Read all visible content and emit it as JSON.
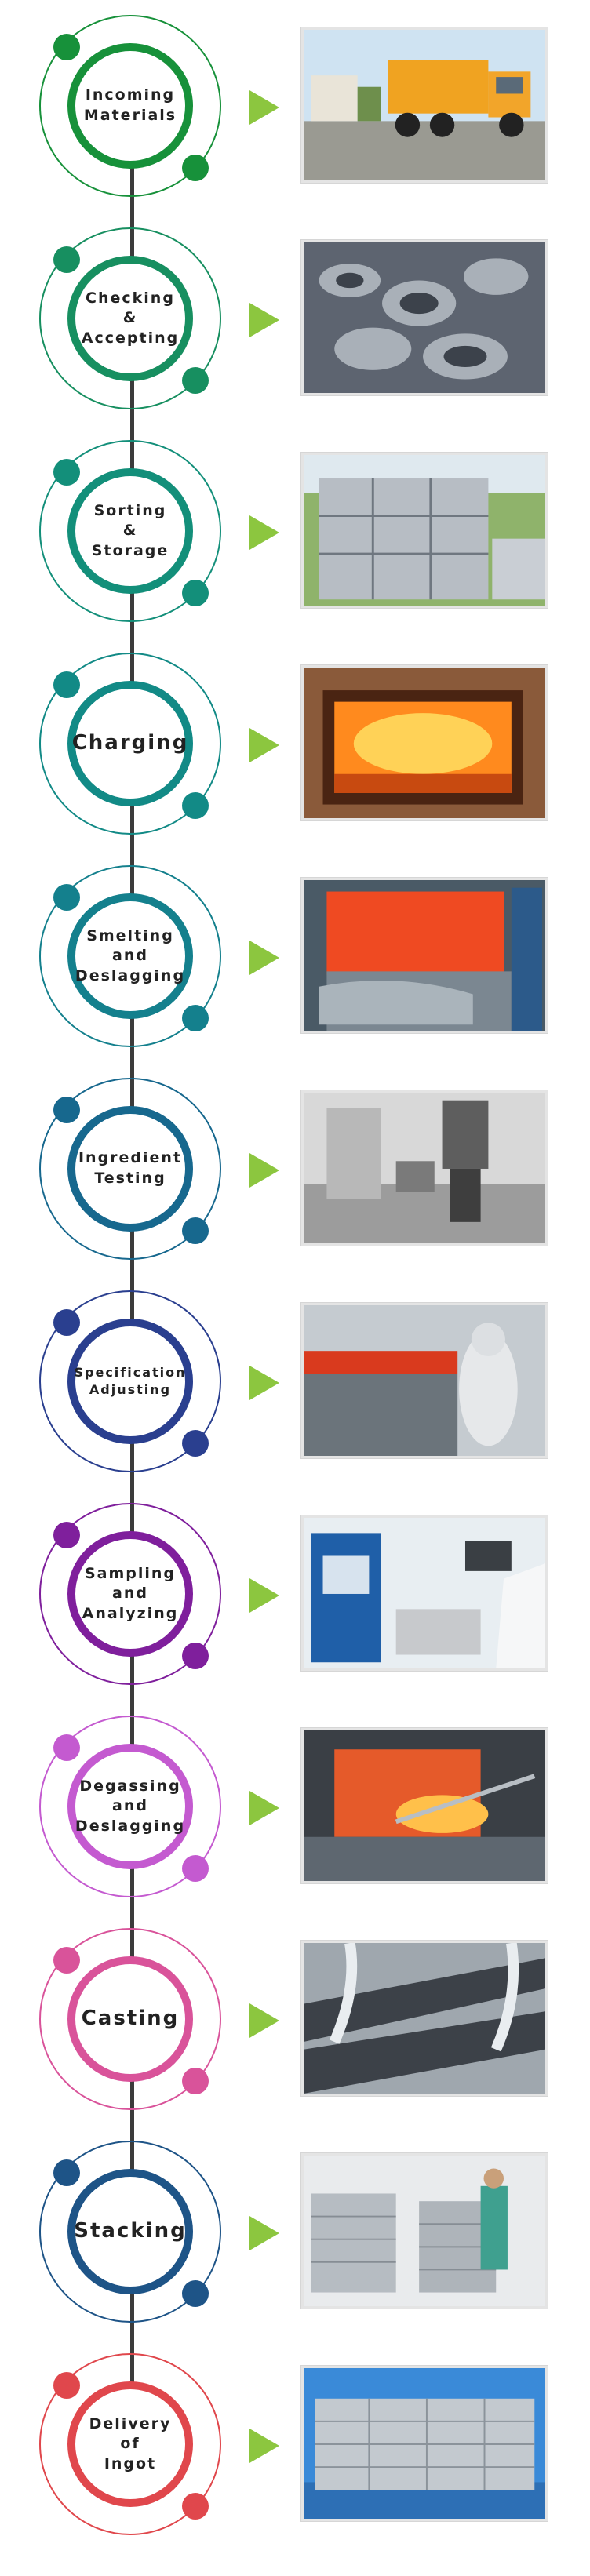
{
  "steps": [
    {
      "label": [
        "Incoming",
        "Materials"
      ],
      "color": "#17913a",
      "photo": "dump-truck-photo"
    },
    {
      "label": [
        "Checking",
        "&",
        "Accepting"
      ],
      "color": "#178f60",
      "photo": "scrap-metal-photo"
    },
    {
      "label": [
        "Sorting",
        "&",
        "Storage"
      ],
      "color": "#138f7a",
      "photo": "scrap-bales-photo"
    },
    {
      "label": [
        "Charging"
      ],
      "color": "#128a86",
      "photo": "furnace-charging-photo"
    },
    {
      "label": [
        "Smelting",
        "and",
        "Deslagging"
      ],
      "color": "#14808d",
      "photo": "smelting-furnace-photo"
    },
    {
      "label": [
        "Ingredient",
        "Testing"
      ],
      "color": "#17688e",
      "photo": "ingredient-testing-photo"
    },
    {
      "label": [
        "Specification",
        "Adjusting"
      ],
      "color": "#2a3f8f",
      "photo": "worker-protective-suit-photo"
    },
    {
      "label": [
        "Sampling",
        "and",
        "Analyzing"
      ],
      "color": "#7f1f9c",
      "photo": "laboratory-analysis-photo"
    },
    {
      "label": [
        "Degassing",
        "and",
        "Deslagging"
      ],
      "color": "#c45ad0",
      "photo": "degassing-furnace-photo"
    },
    {
      "label": [
        "Casting"
      ],
      "color": "#d9539a",
      "photo": "casting-molds-photo"
    },
    {
      "label": [
        "Stacking"
      ],
      "color": "#1e5487",
      "photo": "ingot-stacking-photo"
    },
    {
      "label": [
        "Delivery",
        "of",
        "Ingot"
      ],
      "color": "#e0474c",
      "photo": "ingot-delivery-photo"
    }
  ],
  "arrow_color": "#8cc63f",
  "spine_color": "#3b3b3b"
}
